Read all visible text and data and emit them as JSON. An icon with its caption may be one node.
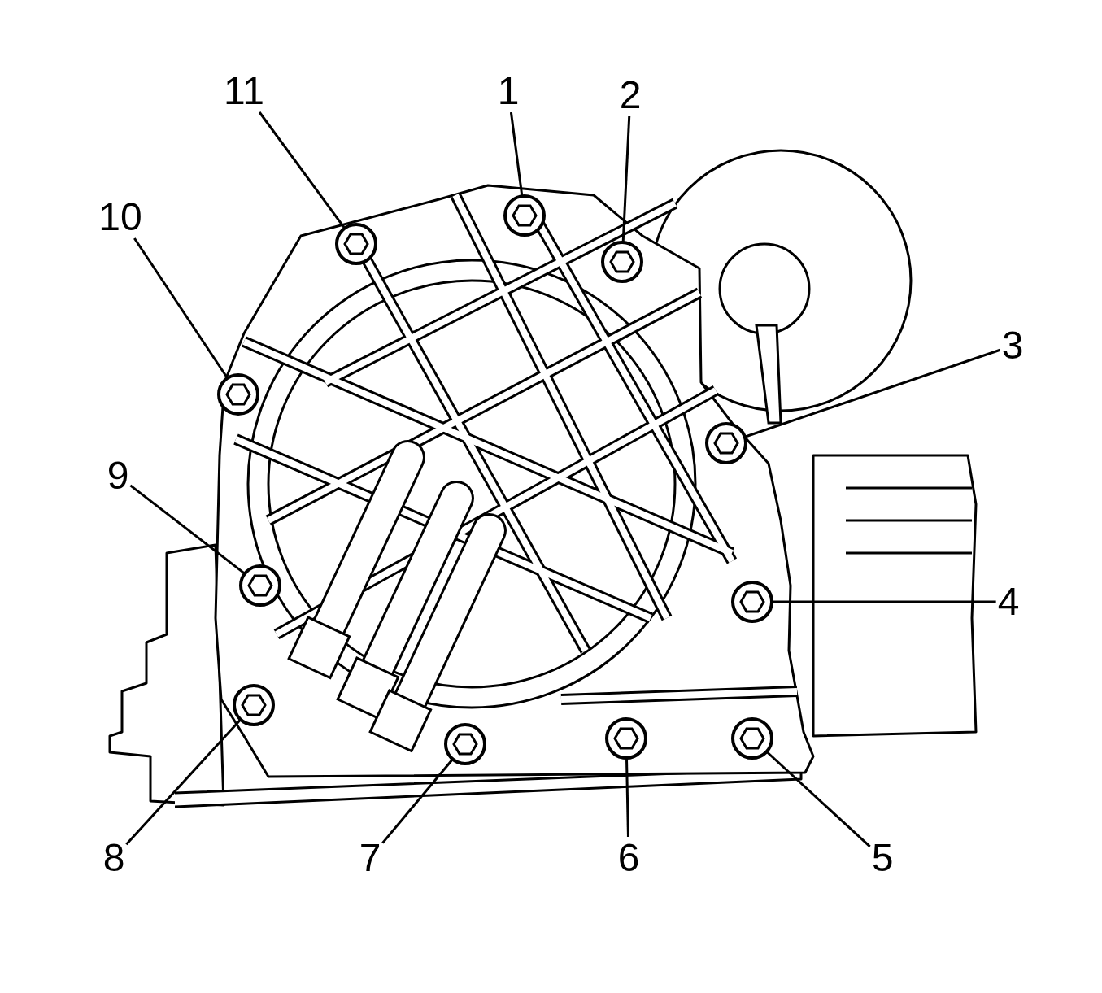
{
  "diagram": {
    "nodes": [
      {
        "text": [
          "1"
        ]
      },
      {
        "text": [
          "2"
        ]
      },
      {
        "text": [
          "3"
        ]
      },
      {
        "text": [
          "4"
        ]
      },
      {
        "text": [
          "5"
        ]
      },
      {
        "text": [
          "6"
        ]
      },
      {
        "text": [
          "7"
        ]
      },
      {
        "text": [
          "8"
        ]
      },
      {
        "text": [
          "9"
        ]
      },
      {
        "text": [
          "10"
        ]
      },
      {
        "text": [
          "11"
        ]
      },
      {
        "text": [],
        "shape": "circle"
      },
      {
        "text": [],
        "shape": "circle"
      },
      {
        "text": [],
        "shape": "circle"
      },
      {
        "text": [],
        "shape": "circle"
      },
      {
        "text": [],
        "shape": "circle"
      },
      {
        "text": [],
        "shape": "circle"
      },
      {
        "text": [],
        "shape": "circle"
      },
      {
        "text": [],
        "shape": "circle"
      },
      {
        "text": [],
        "shape": "circle"
      },
      {
        "text": [],
        "shape": "circle"
      },
      {
        "text": [],
        "shape": "circle"
      }
    ],
    "edges": [
      {
        "from": 0,
        "to": 11,
        "arrow": "none"
      },
      {
        "from": 1,
        "to": 12,
        "arrow": "none"
      },
      {
        "from": 2,
        "to": 13,
        "arrow": "none"
      },
      {
        "from": 3,
        "to": 14,
        "arrow": "none"
      },
      {
        "from": 4,
        "to": 15,
        "arrow": "none"
      },
      {
        "from": 5,
        "to": 16,
        "arrow": "none"
      },
      {
        "from": 6,
        "to": 17,
        "arrow": "none"
      },
      {
        "from": 7,
        "to": 18,
        "arrow": "none"
      },
      {
        "from": 8,
        "to": 19,
        "arrow": "none"
      },
      {
        "from": 9,
        "to": 20,
        "arrow": "none"
      },
      {
        "from": 10,
        "to": 21,
        "arrow": "none"
      }
    ]
  }
}
